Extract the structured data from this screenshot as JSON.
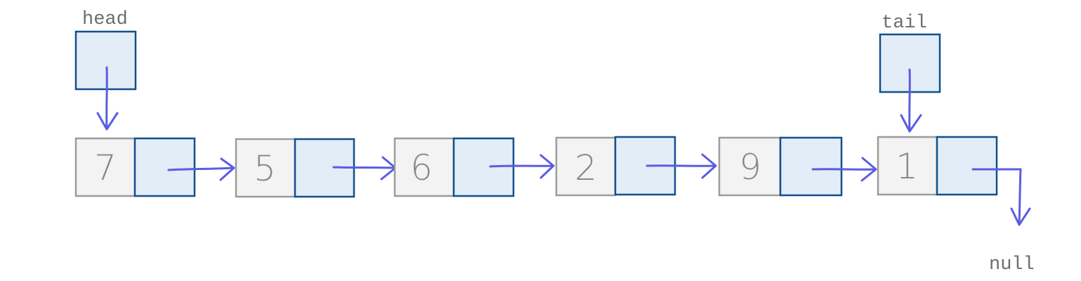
{
  "head_label": "head",
  "tail_label": "tail",
  "null_label": "null",
  "nodes": [
    {
      "value": "7"
    },
    {
      "value": "5"
    },
    {
      "value": "6"
    },
    {
      "value": "2"
    },
    {
      "value": "9"
    },
    {
      "value": "1"
    }
  ],
  "colors": {
    "arrow": "#5a5de0",
    "pointer_fill": "#e3edf7",
    "pointer_stroke": "#11508c",
    "data_fill": "#f3f3f3",
    "data_stroke": "#9c9c9c"
  }
}
